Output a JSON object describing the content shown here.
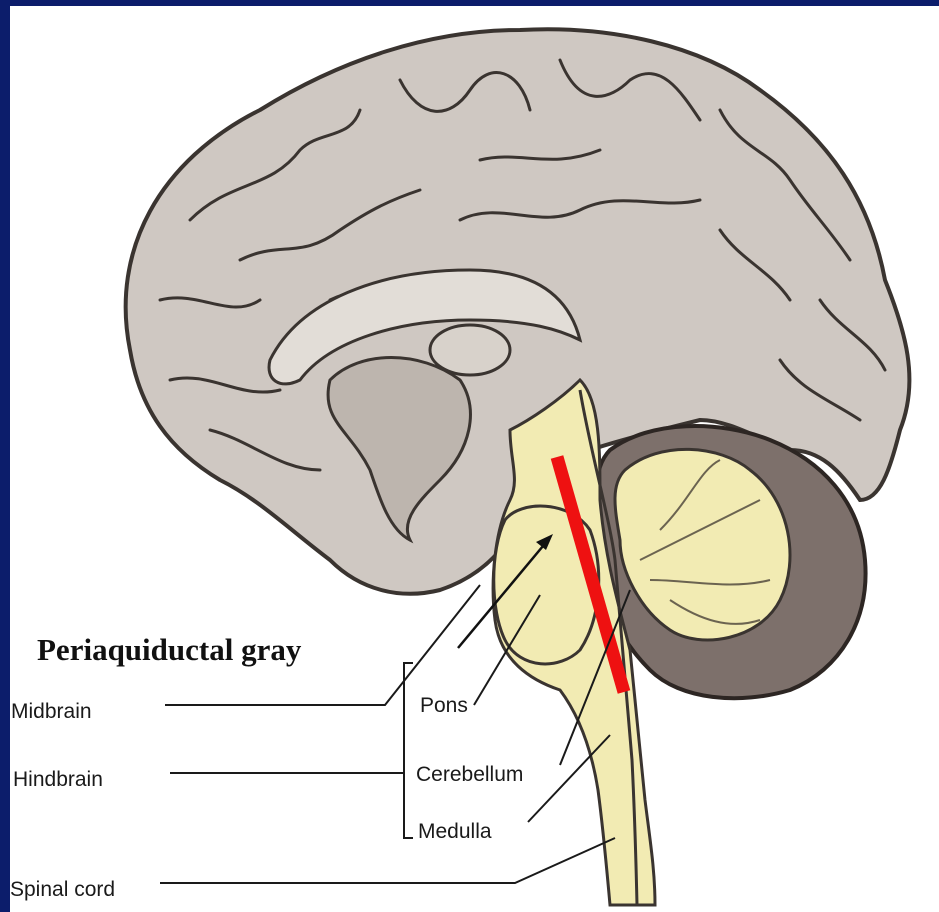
{
  "callout": {
    "text": "Periaquiductal gray"
  },
  "labels": {
    "midbrain": "Midbrain",
    "hindbrain": "Hindbrain",
    "spinal_cord": "Spinal cord",
    "pons": "Pons",
    "cerebellum": "Cerebellum",
    "medulla": "Medulla"
  },
  "colors": {
    "background": "#0c1d6b",
    "panel": "#ffffff",
    "cortex": "#cfc8c2",
    "brainstem": "#f2ebb3",
    "highlight_bar": "#ee1111"
  }
}
